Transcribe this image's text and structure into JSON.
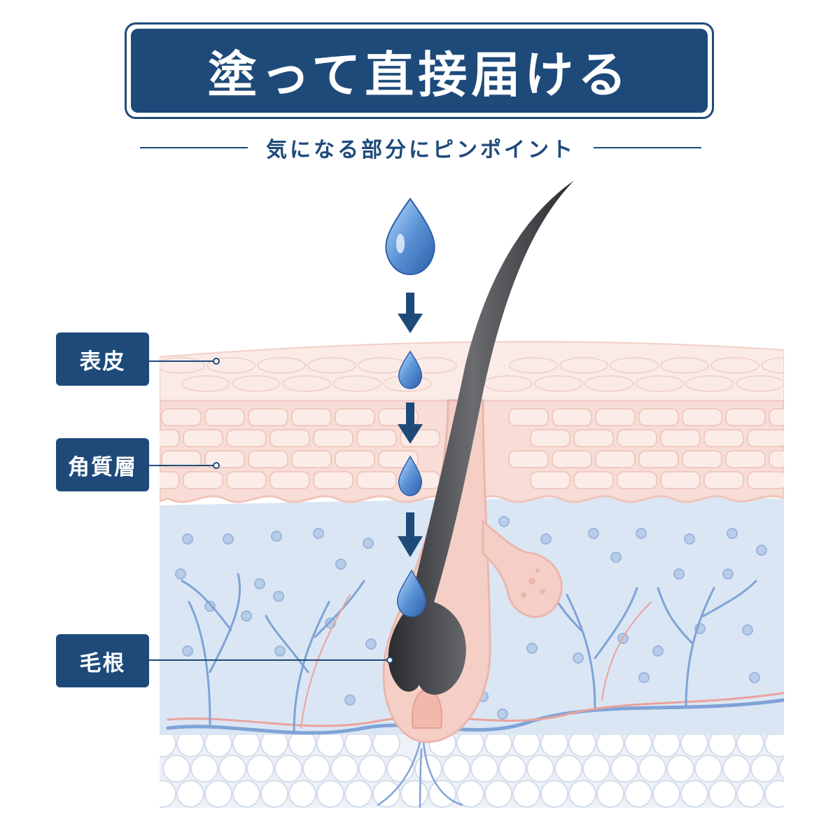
{
  "header": {
    "title": "塗って直接届ける",
    "subtitle": "気になる部分にピンポイント"
  },
  "labels": {
    "epidermis": "表皮",
    "stratum_corneum": "角質層",
    "hair_root": "毛根"
  },
  "colors": {
    "navy": "#1e4a7a",
    "skin_pink": "#f6d9d3",
    "dermis_blue": "#dbe6f4",
    "hair": "#3c3d40",
    "droplet": "#5b93d6"
  },
  "icons": [
    "water-drop-icon",
    "arrow-down-icon"
  ]
}
